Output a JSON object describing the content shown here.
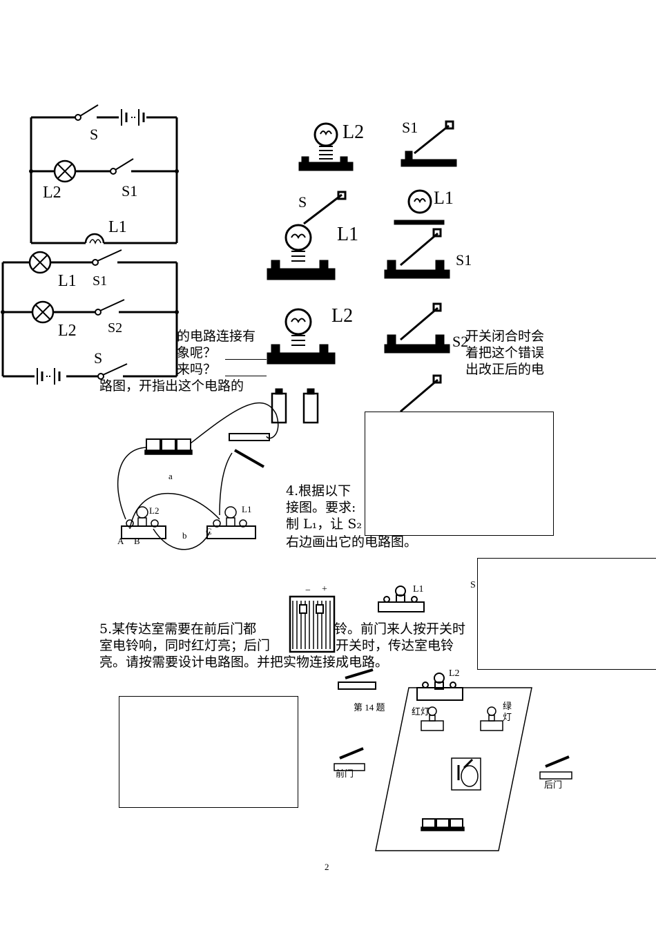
{
  "circuit1": {
    "labels": {
      "s": "S",
      "l2": "L2",
      "s1": "S1",
      "l1": "L1"
    }
  },
  "circuit2": {
    "labels": {
      "l1": "L1",
      "s1": "S1",
      "l2": "L2",
      "s2": "S2",
      "s": "S"
    }
  },
  "parts_top": {
    "l2": "L2",
    "s1": "S1",
    "s": "S",
    "l1": "L1"
  },
  "parts_mid": {
    "l1": "L1",
    "s1": "S1",
    "l2": "L2",
    "s2": "S2"
  },
  "q3": {
    "line1_left": "的电路连接有",
    "line1_right": "开关闭合时会",
    "line2_left": "象呢？",
    "line2_right": "着把这个错误",
    "line3_left": "来吗？",
    "line3_right": "出改正后的电",
    "line4": "路图，开指出这个电路的"
  },
  "wiring_fig": {
    "a": "a",
    "b": "b",
    "A": "A",
    "B": "B",
    "C": "C",
    "l1": "L1",
    "l2": "L2"
  },
  "q4": {
    "line1": "4.根据以下",
    "line2": "接图。要求:",
    "line3": "制 L₁，让 S₂",
    "line4": "右边画出它的电路图。"
  },
  "kit": {
    "minus": "−",
    "plus": "+",
    "l1": "L1",
    "l2": "L2",
    "s": "S",
    "caption": "第 14 题"
  },
  "q5": {
    "line1_left": "5.某传达室需要在前后门都",
    "line1_mid": "铃。前门来人按开关时",
    "line2_left": "室电铃响，同时红灯亮；后门",
    "line2_mid": "开关时，传达室电铃",
    "line3": "亮。请按需要设计电路图。并把实物连接成电路。"
  },
  "room": {
    "red": "红灯",
    "green_1": "绿",
    "green_2": "灯",
    "front": "前门",
    "back": "后门"
  },
  "page_number": "2"
}
